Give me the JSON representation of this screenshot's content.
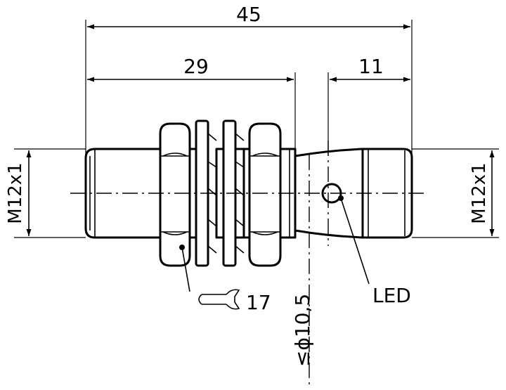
{
  "dimensions": {
    "overall_length": "45",
    "thread_length": "29",
    "connector_length": "11",
    "thread_left": "M12x1",
    "thread_right": "M12x1",
    "diameter": "≤ϕ10,5",
    "wrench_size": "17"
  },
  "labels": {
    "led": "LED"
  }
}
